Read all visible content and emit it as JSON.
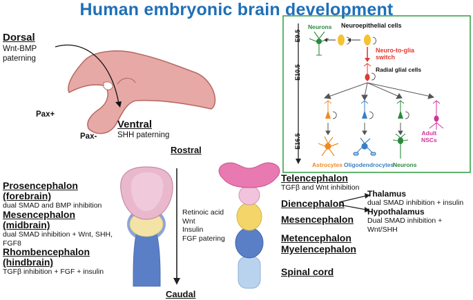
{
  "title": "Human embryonic brain development",
  "dorsal": {
    "label": "Dorsal",
    "desc": "Wnt-BMP paterning"
  },
  "ventral": {
    "label": "Ventral",
    "desc": "SHH paterning"
  },
  "pax_plus": "Pax+",
  "pax_minus": "Pax-",
  "axis": {
    "rostral": "Rostral",
    "caudal": "Caudal",
    "factors": [
      "Retinoic acid",
      "Wnt",
      "Insulin",
      "FGF patering"
    ]
  },
  "left_regions": [
    {
      "name_1": "Prosencephalon",
      "name_2": "(forebrain)",
      "desc": "dual SMAD and BMP inhibition"
    },
    {
      "name_1": "Mesencephalon",
      "name_2": "(midbrain)",
      "desc_1": "dual SMAD inhibition + Wnt, SHH,",
      "desc_2": "FGF8"
    },
    {
      "name_1": "Rhombencephalon",
      "name_2": "(hindbrain)",
      "desc": "TGFβ inhibition + FGF + insulin"
    }
  ],
  "right_regions": {
    "telencephalon": "Telencephalon",
    "telencephalon_desc": "TGFβ and Wnt inhibition",
    "diencephalon": "Diencephalon",
    "thalamus": "Thalamus",
    "thalamus_desc": "dual SMAD inhibition + insulin",
    "hypothalamus": "Hypothalamus",
    "hypothalamus_desc": "Dual SMAD inhibition + Wnt/SHH",
    "mesencephalon": "Mesencephalon",
    "metencephalon": "Metencephalon",
    "myelencephalon": "Myelencephalon",
    "spinal_cord": "Spinal cord"
  },
  "inset": {
    "stages": [
      "E9.5",
      "E10.5",
      "E16.5"
    ],
    "neurons_top": "Neurons",
    "neuroepithelial": "Neuroepithelial cells",
    "switch_1": "Neuro-to-glia",
    "switch_2": "switch",
    "radial": "Radial glial cells",
    "astrocytes": "Astrocytes",
    "oligodendrocytes": "Oligodendrocytes",
    "neurons_bottom": "Neurons",
    "adult_1": "Adult",
    "adult_2": "NSCs"
  },
  "colors": {
    "title": "#1f6fb8",
    "switch": "#e03a2f",
    "astrocytes": "#f08a1c",
    "oligodendrocytes": "#3a7fc4",
    "neurons": "#2a8a3c",
    "adult": "#d0339a",
    "inset_border": "#3aa24a"
  }
}
